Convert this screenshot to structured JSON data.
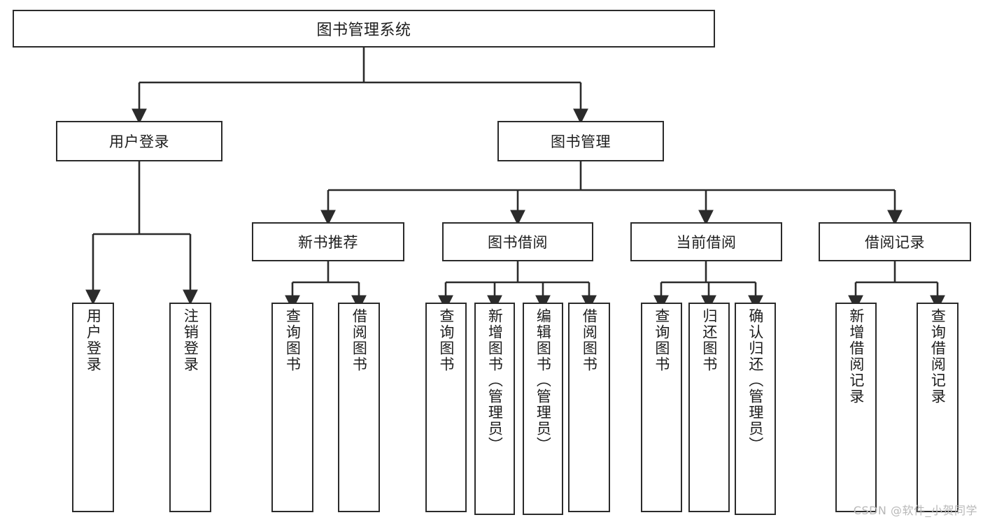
{
  "diagram": {
    "title": "图书管理系统",
    "orientation": "top-down-tree",
    "colors": {
      "box_border": "#2b2b2b",
      "box_fill": "#ffffff",
      "connector": "#2b2b2b",
      "text": "#1d1d1d",
      "watermark": "#b8b8b8",
      "background": "#ffffff"
    },
    "root": {
      "label": "图书管理系统"
    },
    "level2": [
      {
        "id": "user-login",
        "label": "用户登录"
      },
      {
        "id": "book-management",
        "label": "图书管理"
      }
    ],
    "level3": [
      {
        "id": "new-book-recommend",
        "label": "新书推荐"
      },
      {
        "id": "book-borrow",
        "label": "图书借阅"
      },
      {
        "id": "current-borrow",
        "label": "当前借阅"
      },
      {
        "id": "borrow-record",
        "label": "借阅记录"
      }
    ],
    "leaves": {
      "user_login": [
        {
          "id": "leaf-user-login",
          "label": "用户登录"
        },
        {
          "id": "leaf-logout",
          "label": "注销登录"
        }
      ],
      "new_book_recommend": [
        {
          "id": "leaf-query-book-1",
          "label": "查询图书"
        },
        {
          "id": "leaf-borrow-book-1",
          "label": "借阅图书"
        }
      ],
      "book_borrow": [
        {
          "id": "leaf-query-book-2",
          "label": "查询图书"
        },
        {
          "id": "leaf-add-book",
          "label": "新增图书（管理员）"
        },
        {
          "id": "leaf-edit-book",
          "label": "编辑图书（管理员）"
        },
        {
          "id": "leaf-borrow-book-2",
          "label": "借阅图书"
        }
      ],
      "current_borrow": [
        {
          "id": "leaf-query-book-3",
          "label": "查询图书"
        },
        {
          "id": "leaf-return-book",
          "label": "归还图书"
        },
        {
          "id": "leaf-confirm-return",
          "label": "确认归还（管理员）"
        }
      ],
      "borrow_record": [
        {
          "id": "leaf-add-record",
          "label": "新增借阅记录"
        },
        {
          "id": "leaf-query-record",
          "label": "查询借阅记录"
        }
      ]
    }
  },
  "watermark": {
    "text": "CSDN @软件_小贺同学"
  }
}
